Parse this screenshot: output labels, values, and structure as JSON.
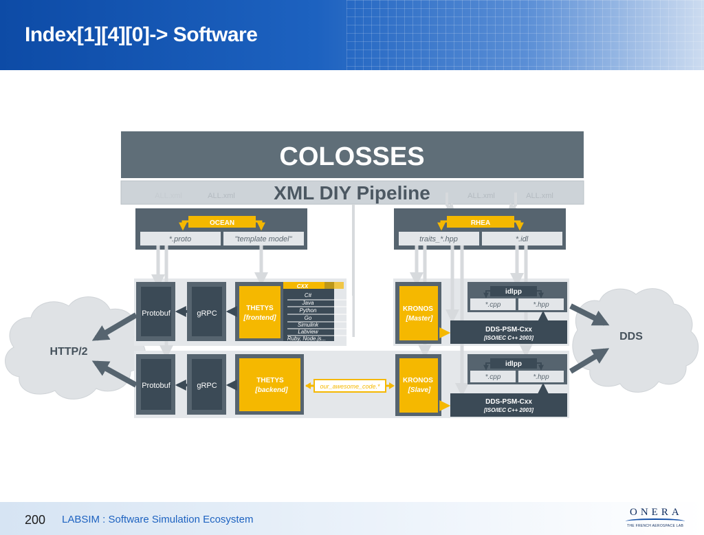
{
  "slide": {
    "title": "Index[1][4][0]-> Software",
    "page_number": "200",
    "footer_text": "LABSIM : Software Simulation Ecosystem"
  },
  "logo": {
    "name": "ONERA",
    "tagline": "THE FRENCH AEROSPACE LAB"
  },
  "diagram": {
    "colosses": "COLOSSES",
    "pipeline": "XML DIY Pipeline",
    "faded_labels": [
      "ALL.xml",
      "ALL.xml",
      "ALL.xml",
      "ALL.xml"
    ],
    "clouds": {
      "http": "HTTP/2",
      "dds": "DDS"
    },
    "ocean": {
      "label": "OCEAN",
      "proto": "*.proto",
      "template": "\"template model\""
    },
    "rhea": {
      "label": "RHEA",
      "traits": "traits_*.hpp",
      "idl": "*.idl"
    },
    "top_row": {
      "protobuf": "Protobuf",
      "grpc": "gRPC",
      "thetys": "THETYS",
      "thetys_role": "[frontend]",
      "languages": [
        "CXX",
        "C#",
        "Java",
        "Python",
        "Go",
        "Simulink",
        "Labview",
        "Ruby, Node.js..."
      ],
      "kronos": "KRONOS",
      "kronos_role": "[Master]",
      "idlpp": "idlpp",
      "cpp": "*.cpp",
      "hpp": "*.hpp",
      "dds_psm": "DDS-PSM-Cxx",
      "iso": "[ISO/IEC C++ 2003]"
    },
    "bottom_row": {
      "protobuf": "Protobuf",
      "grpc": "gRPC",
      "thetys": "THETYS",
      "thetys_role": "[backend]",
      "code": "our_awesome_code.*",
      "kronos": "KRONOS",
      "kronos_role": "[Slave]",
      "idlpp": "idlpp",
      "cpp": "*.cpp",
      "hpp": "*.hpp",
      "dds_psm": "DDS-PSM-Cxx",
      "iso": "[ISO/IEC C++ 2003]"
    }
  }
}
